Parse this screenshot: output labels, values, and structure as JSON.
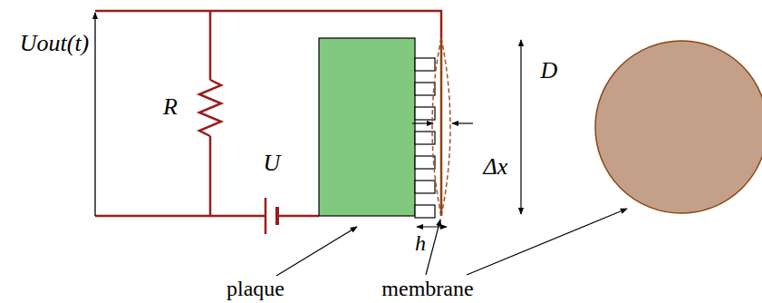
{
  "diagram": {
    "labels": [
      "Uout(t)",
      "R",
      "U",
      "D",
      "Δx",
      "h",
      "plaque",
      "membrane"
    ]
  }
}
